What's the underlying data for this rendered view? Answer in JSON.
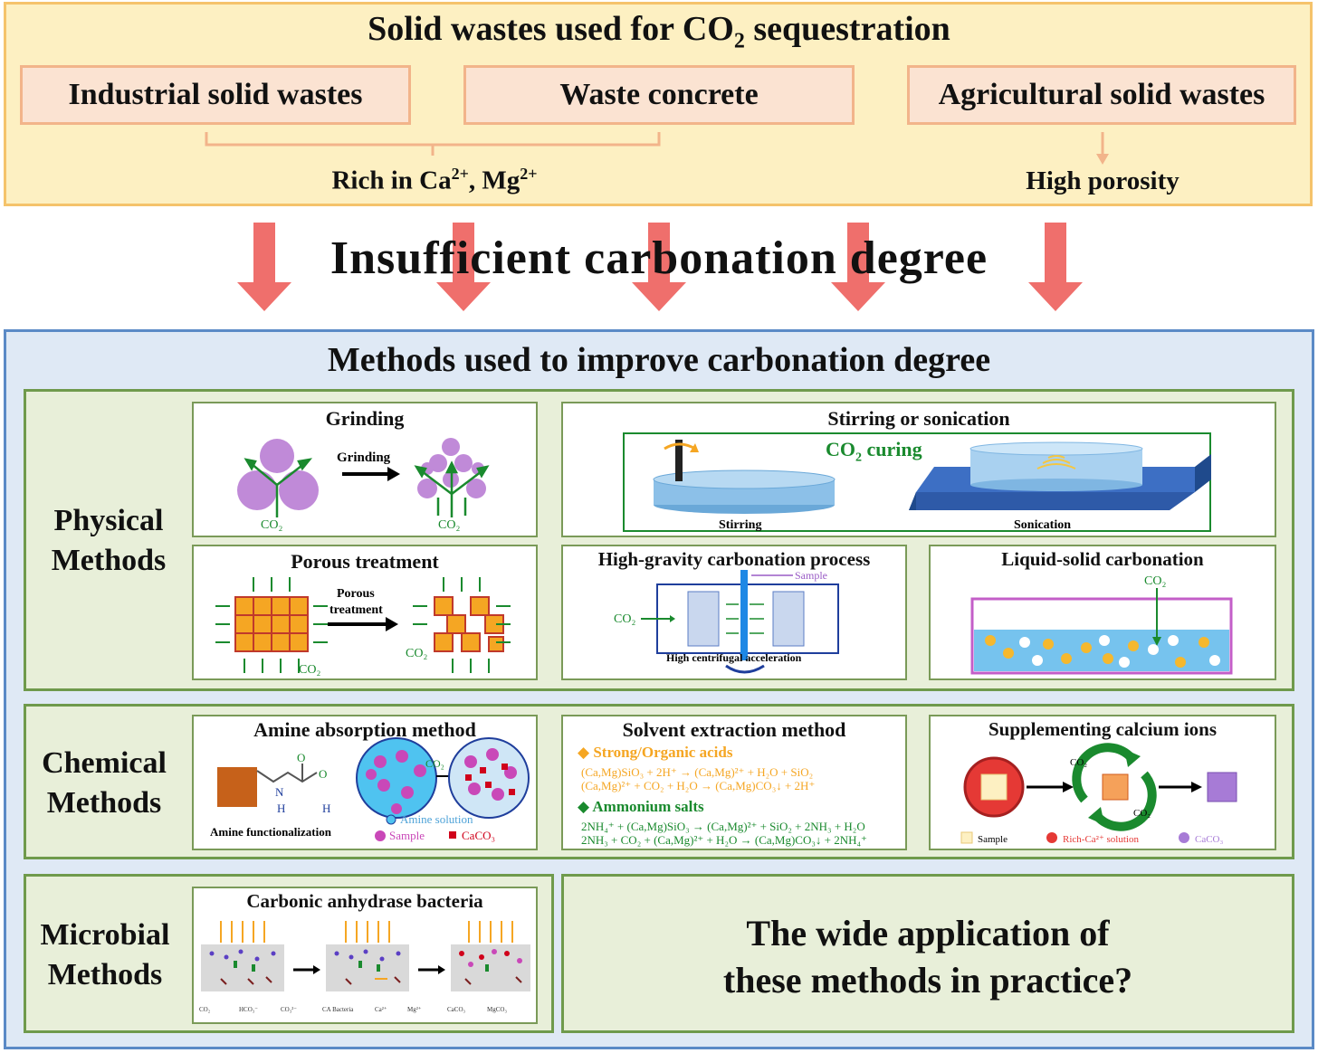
{
  "top": {
    "title_main": "Solid wastes used for CO",
    "title_sub": "2",
    "title_end": " sequestration",
    "categories": [
      "Industrial solid wastes",
      "Waste concrete",
      "Agricultural solid wastes"
    ],
    "rich_in": "Rich in Ca",
    "rich_sup1": "2+",
    "rich_mid": ", Mg",
    "rich_sup2": "2+",
    "high_porosity": "High porosity"
  },
  "insufficient": "Insufficient carbonation degree",
  "methods_title": "Methods used to improve carbonation degree",
  "physical": {
    "label_line1": "Physical",
    "label_line2": "Methods",
    "grinding": {
      "title": "Grinding",
      "arrow_label": "Grinding",
      "co2": "CO",
      "co2_sub": "2"
    },
    "stirring": {
      "title": "Stirring or sonication",
      "curing": "CO",
      "curing_sub": "2",
      "curing_end": " curing",
      "stirring": "Stirring",
      "sonication": "Sonication"
    },
    "porous": {
      "title": "Porous treatment",
      "arrow_label_1": "Porous",
      "arrow_label_2": "treatment",
      "co2": "CO",
      "co2_sub": "2"
    },
    "high_gravity": {
      "title": "High-gravity carbonation process",
      "sample": "Sample",
      "co2": "CO",
      "co2_sub": "2",
      "accel": "High centrifugal acceleration"
    },
    "liquid_solid": {
      "title": "Liquid-solid carbonation",
      "co2": "CO",
      "co2_sub": "2"
    }
  },
  "chemical": {
    "label_line1": "Chemical",
    "label_line2": "Methods",
    "amine": {
      "title": "Amine absorption method",
      "functionalization": "Amine functionalization",
      "o1": "O",
      "o2": "O",
      "n": "N",
      "h1": "H",
      "h2": "H",
      "co2": "CO",
      "co2_sub": "2",
      "legend_solution": "Amine solution",
      "legend_sample": "Sample",
      "legend_caco3": "CaCO",
      "legend_caco3_sub": "3"
    },
    "solvent": {
      "title": "Solvent extraction method",
      "acids_heading": "Strong/Organic acids",
      "acid_eq1": "(Ca,Mg)SiO₃ + 2H⁺ → (Ca,Mg)²⁺ + H₂O + SiO₂",
      "acid_eq2": "(Ca,Mg)²⁺ + CO₂ + H₂O → (Ca,Mg)CO₃↓ + 2H⁺",
      "ammonium_heading": "Ammonium salts",
      "amm_eq1": "2NH₄⁺ + (Ca,Mg)SiO₃ → (Ca,Mg)²⁺ + SiO₂ + 2NH₃ + H₂O",
      "amm_eq2": "2NH₃ + CO₂ + (Ca,Mg)²⁺ + H₂O → (Ca,Mg)CO₃↓ + 2NH₄⁺"
    },
    "calcium": {
      "title": "Supplementing calcium ions",
      "co2": "CO",
      "co2_sub": "2",
      "legend_sample": "Sample",
      "legend_rich": "Rich-Ca²⁺ solution",
      "legend_caco3": "CaCO₃"
    }
  },
  "microbial": {
    "label_line1": "Microbial",
    "label_line2": "Methods",
    "bacteria": {
      "title": "Carbonic anhydrase bacteria",
      "legend": [
        "CO₂",
        "HCO₃⁻",
        "CO₃²⁻",
        "CA Bacteria",
        "Ca²⁺",
        "Mg²⁺",
        "CaCO₃",
        "MgCO₃"
      ]
    }
  },
  "question": {
    "line1": "The wide application of",
    "line2": "these methods in practice?"
  },
  "colors": {
    "arrow": "#ef6f6c",
    "green": "#1a8a2e",
    "orange": "#f5a623",
    "purple": "#a77bd6",
    "magenta": "#c948b8"
  }
}
